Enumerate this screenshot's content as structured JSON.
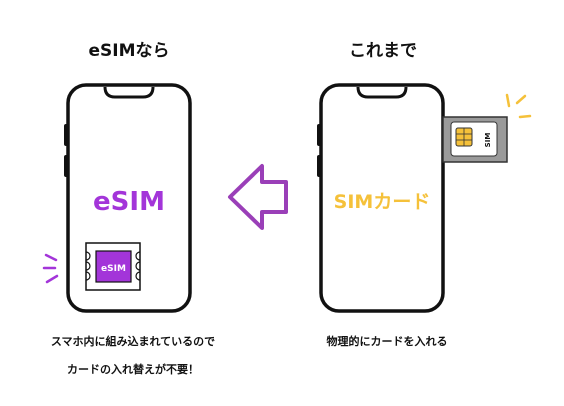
{
  "left": {
    "heading": "eSIMなら",
    "phone_label": "eSIM",
    "chip_label": "eSIM",
    "caption_line1": "スマホ内に組み込まれているので",
    "caption_line2": "カードの入れ替えが不要！"
  },
  "right": {
    "heading": "これまで",
    "phone_label": "SIMカード",
    "tray_label": "SIM",
    "caption": "物理的にカードを入れる"
  },
  "colors": {
    "esim_purple": "#a335d9",
    "sim_yellow": "#f5c13a",
    "arrow_purple": "#9a3fb8"
  },
  "icons": {
    "arrow": "left-arrow-icon",
    "sparkle": "sparkle-icon",
    "chip": "esim-chip-icon",
    "tray": "sim-tray-icon"
  }
}
